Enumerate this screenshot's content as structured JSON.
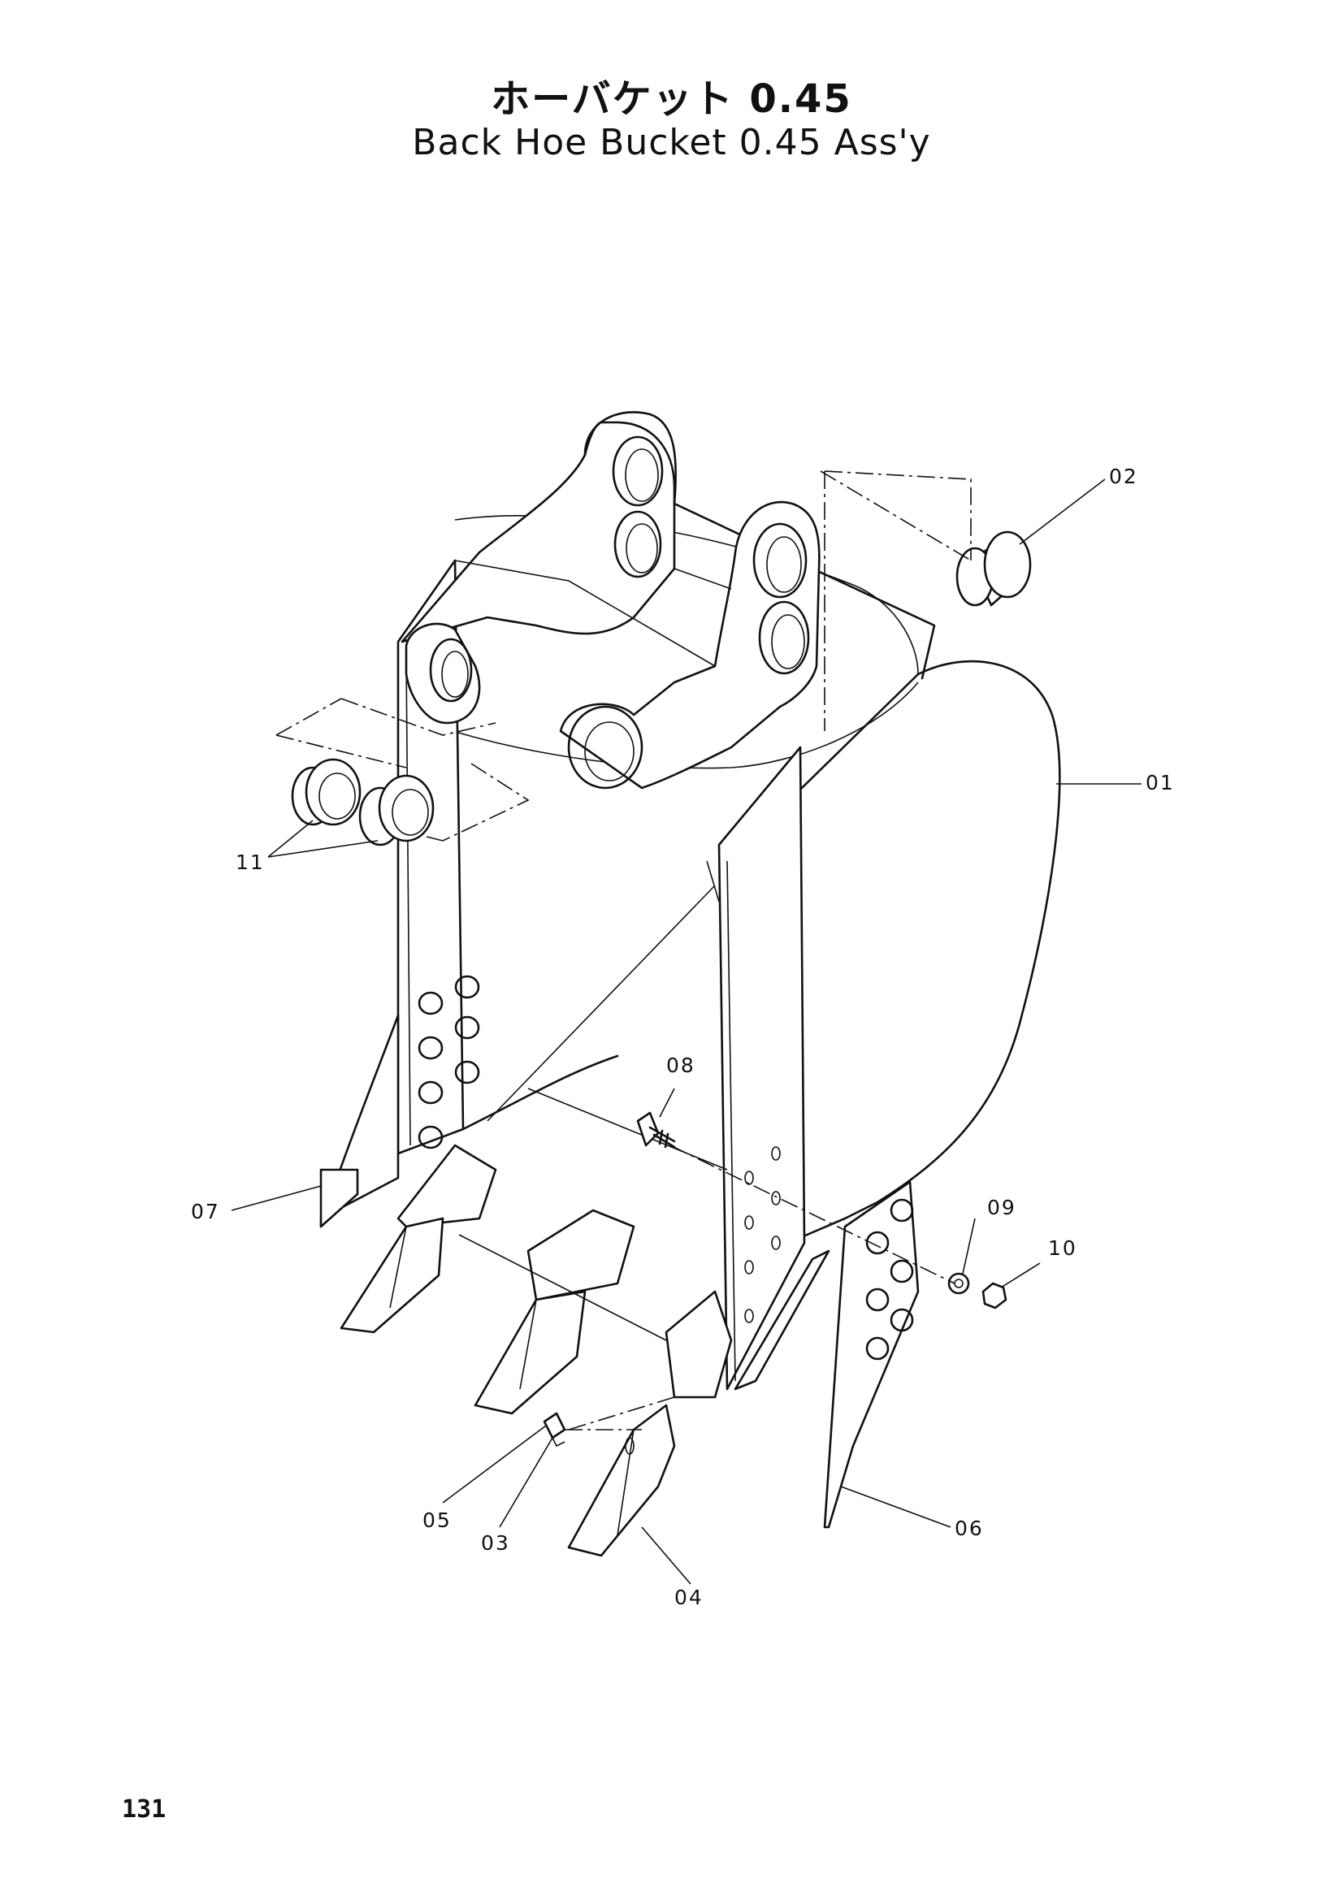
{
  "title": {
    "japanese": "ホーバケット 0.45",
    "english": "Back Hoe Bucket 0.45 Ass'y"
  },
  "page_number": "131",
  "callouts": [
    "02",
    "01",
    "11",
    "08",
    "07",
    "09",
    "10",
    "05",
    "03",
    "04",
    "06"
  ]
}
